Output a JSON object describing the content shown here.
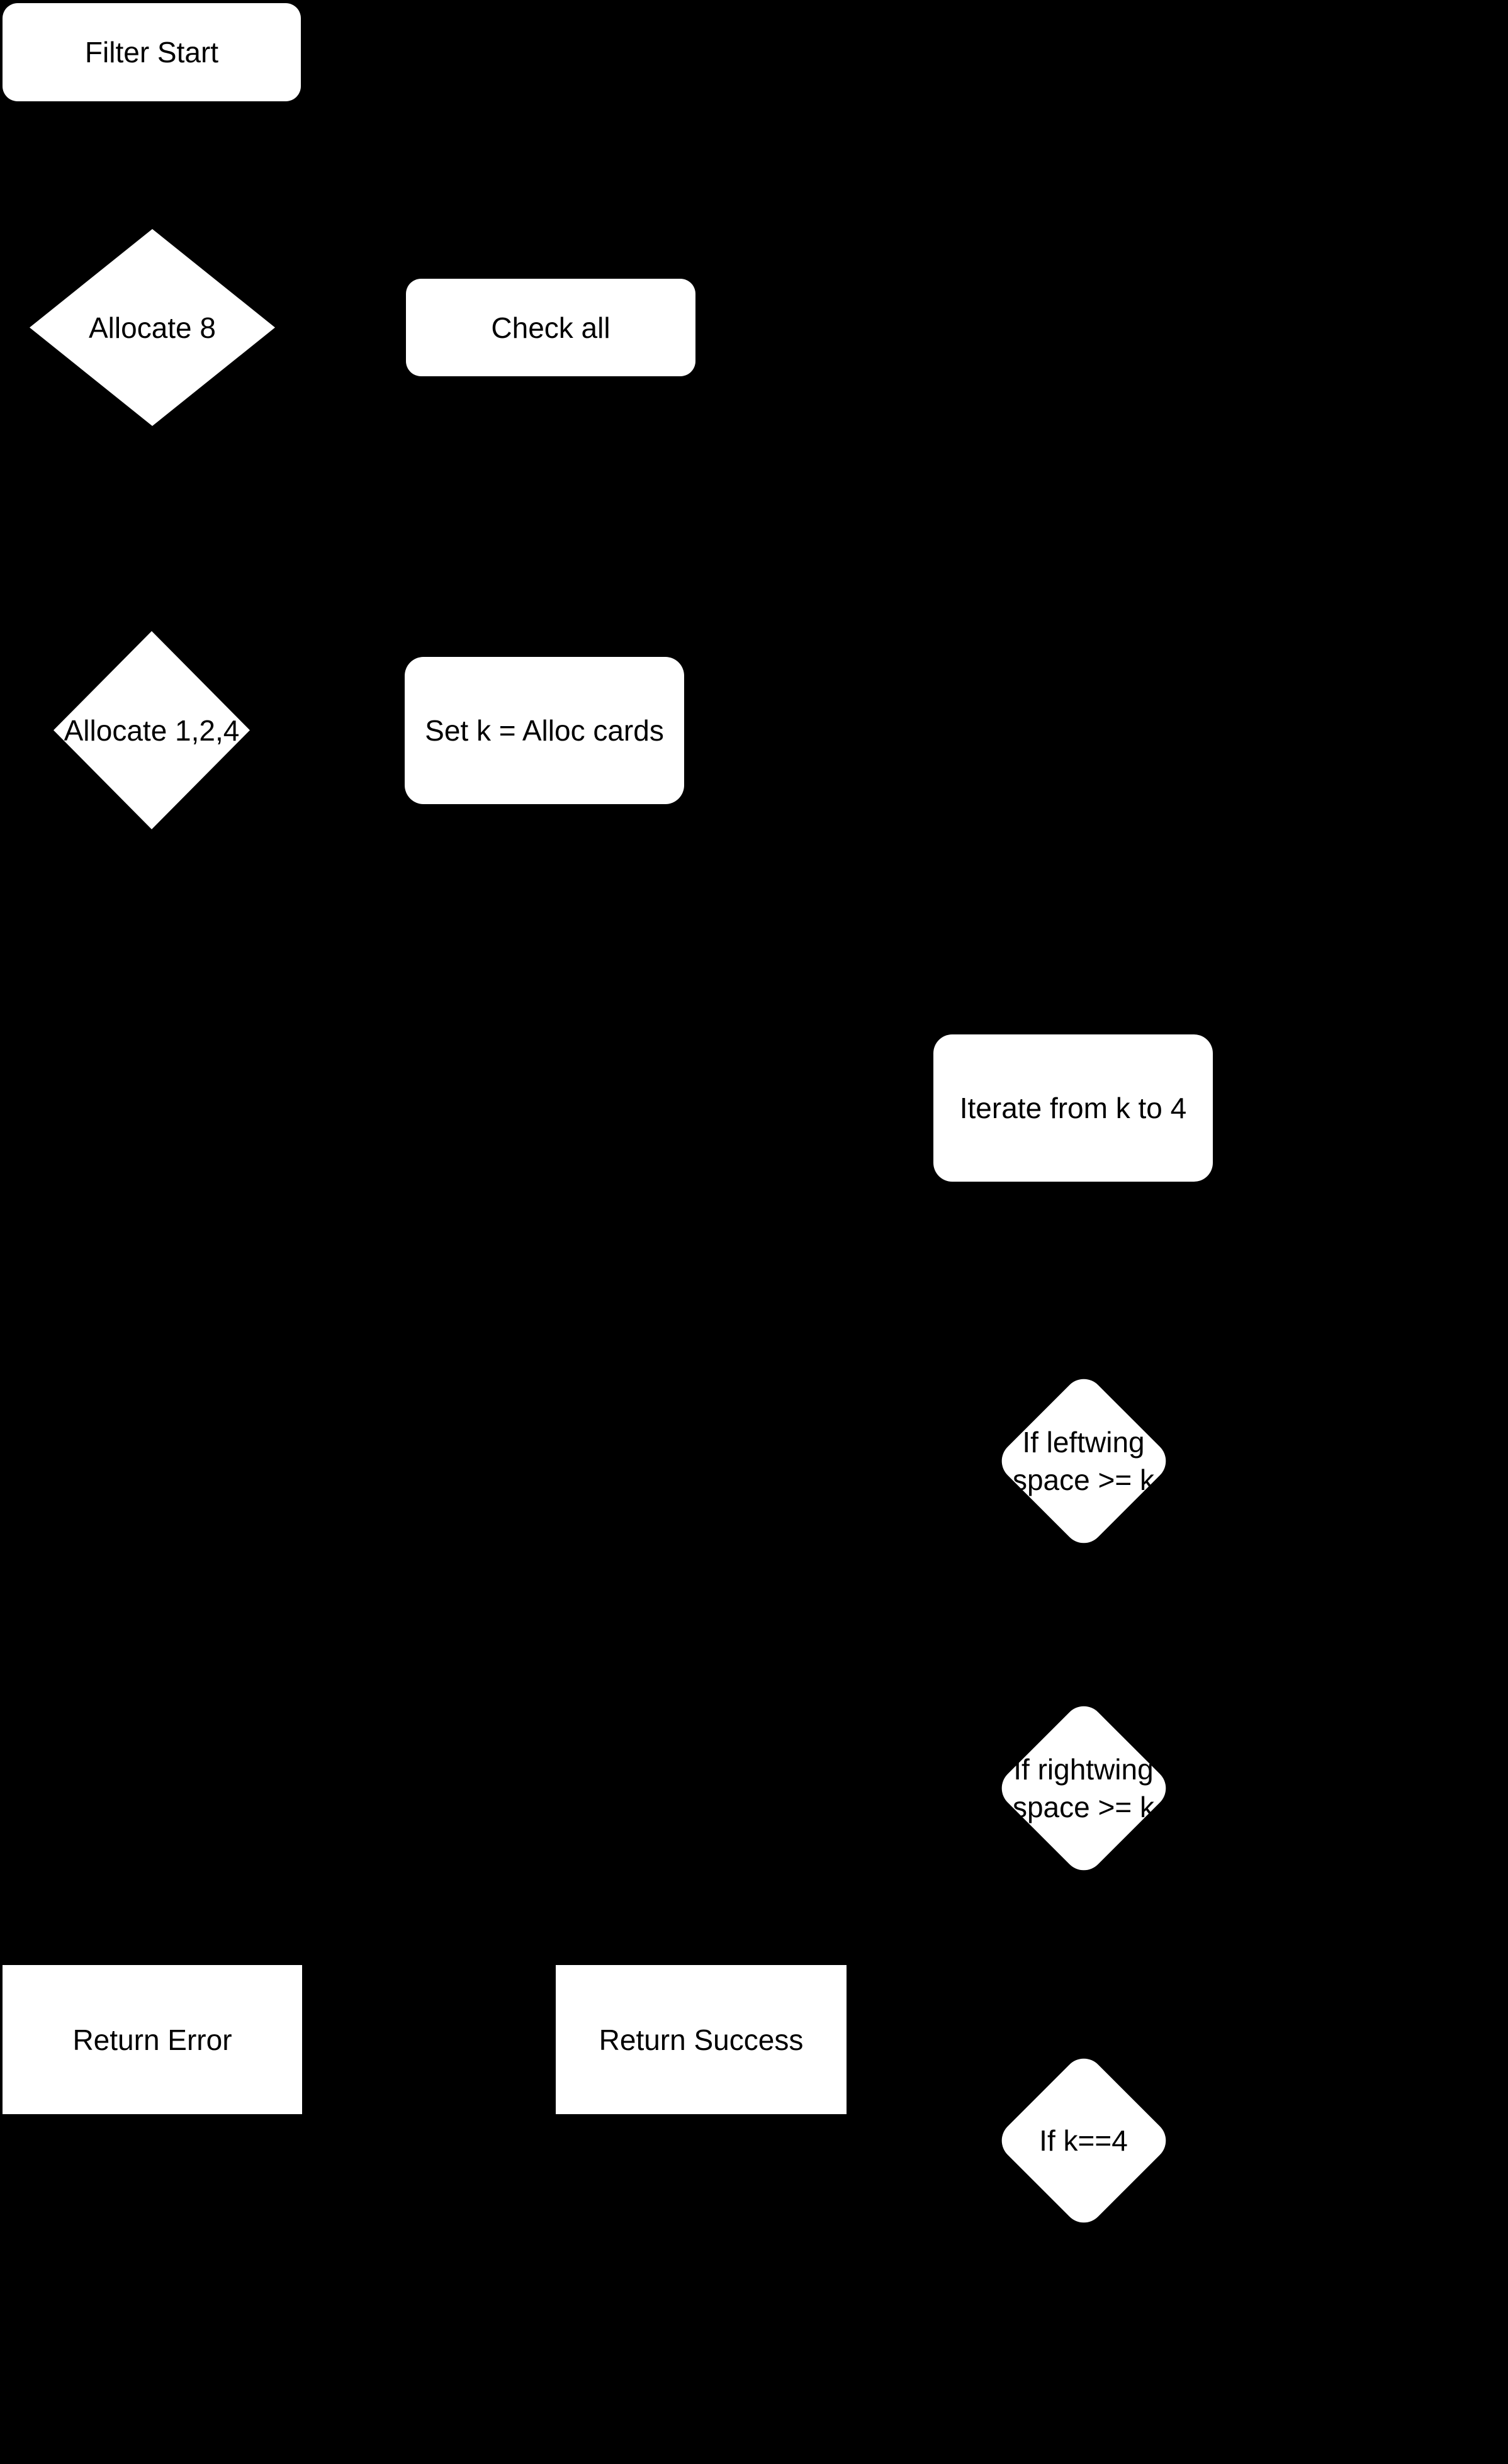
{
  "diagram": {
    "type": "flowchart",
    "colors": {
      "background": "#000000",
      "node-fill": "#ffffff",
      "node-text": "#000000"
    },
    "nodes": {
      "filter_start": {
        "label": "Filter Start",
        "shape": "rounded-rectangle"
      },
      "allocate_8": {
        "label": "Allocate 8",
        "shape": "diamond"
      },
      "check_all": {
        "label": "Check all",
        "shape": "rounded-rectangle"
      },
      "allocate_124": {
        "label": "Allocate 1,2,4",
        "shape": "diamond"
      },
      "set_k": {
        "label": "Set k = Alloc cards",
        "shape": "rounded-rectangle"
      },
      "iterate": {
        "label": "Iterate from k to 4",
        "shape": "rounded-rectangle"
      },
      "if_leftwing": {
        "label": "If leftwing\nspace >= k",
        "shape": "rounded-diamond"
      },
      "if_rightwing": {
        "label": "If rightwing\nspace >= k",
        "shape": "rounded-diamond"
      },
      "return_error": {
        "label": "Return Error",
        "shape": "rectangle"
      },
      "return_success": {
        "label": "Return Success",
        "shape": "rectangle"
      },
      "if_k4": {
        "label": "If k==4",
        "shape": "rounded-diamond"
      }
    }
  }
}
